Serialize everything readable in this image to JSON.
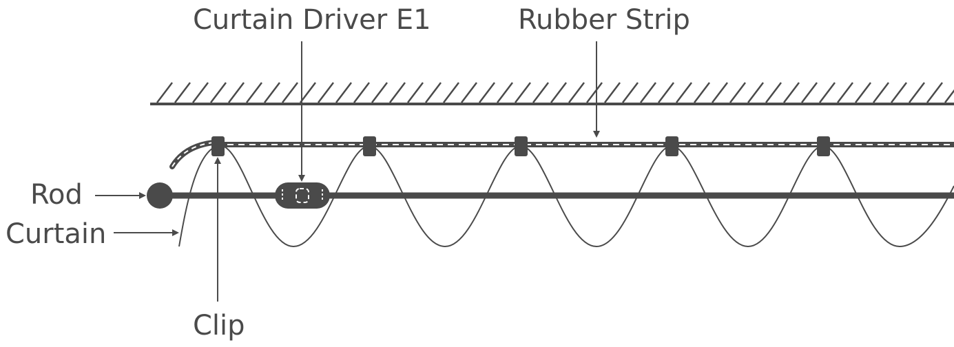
{
  "labels": {
    "curtain_driver": "Curtain Driver E1",
    "rubber_strip": "Rubber Strip",
    "rod": "Rod",
    "curtain": "Curtain",
    "clip": "Clip"
  },
  "colors": {
    "stroke": "#4a4a4a",
    "text": "#4a4a4a",
    "background": "#ffffff"
  },
  "clips_count": 5
}
